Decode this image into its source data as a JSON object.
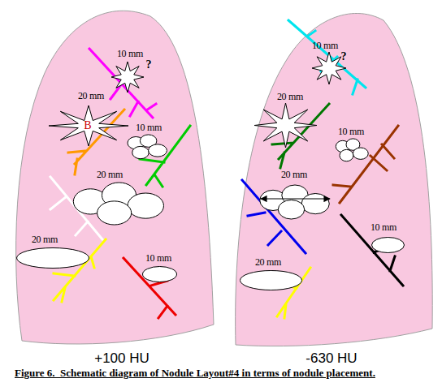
{
  "diagram": {
    "caption": "Figure 6.  Schematic diagram of Nodule Layout#4 in terms of nodule placement.",
    "nodes": [
      {
        "text": [
          "+100 HU"
        ]
      },
      {
        "text": [
          "10 mm",
          "?"
        ],
        "in": 0
      },
      {
        "text": [
          "20 mm",
          "B"
        ],
        "in": 0
      },
      {
        "text": [
          "10 mm"
        ],
        "in": 0
      },
      {
        "text": [
          "20 mm"
        ],
        "in": 0
      },
      {
        "text": [
          "20 mm"
        ],
        "in": 0
      },
      {
        "text": [
          "10 mm"
        ],
        "in": 0
      },
      {
        "text": [
          "-630 HU"
        ]
      },
      {
        "text": [
          "10 mm",
          "?"
        ],
        "in": 7
      },
      {
        "text": [
          "20 mm"
        ],
        "in": 7
      },
      {
        "text": [
          "10 mm"
        ],
        "in": 7
      },
      {
        "text": [
          "20 mm"
        ],
        "in": 7
      },
      {
        "text": [
          "10 mm"
        ],
        "in": 7
      },
      {
        "text": [
          "20 mm"
        ],
        "in": 7
      }
    ]
  }
}
